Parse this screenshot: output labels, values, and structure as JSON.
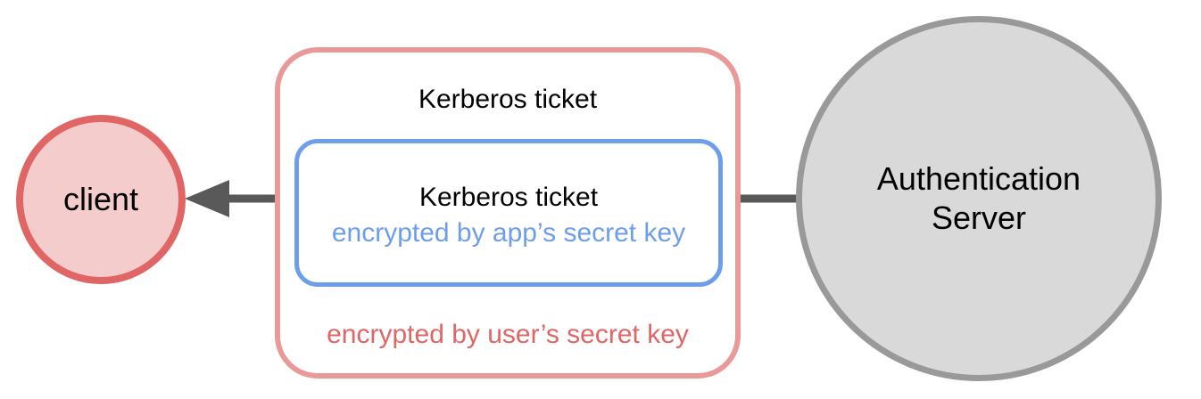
{
  "diagram": {
    "background_color": "#ffffff",
    "client_node": {
      "label": "client",
      "fill_color": "#f4cccc",
      "border_color": "#e06666"
    },
    "outer_ticket_box": {
      "title": "Kerberos ticket",
      "note": "encrypted by user’s secret key",
      "border_color": "#ea9999",
      "note_color": "#e06666",
      "fill_color": "#ffffff"
    },
    "inner_ticket_box": {
      "title": "Kerberos ticket",
      "note": "encrypted by app’s secret key",
      "border_color": "#6d9eeb",
      "note_color": "#6d9eeb",
      "fill_color": "#ffffff"
    },
    "auth_server_node": {
      "label_lines": [
        "Authentication",
        "Server"
      ],
      "fill_color": "#d9d9d9",
      "border_color": "#999999"
    },
    "arrow": {
      "direction": "auth-server-to-client",
      "color": "#595959"
    }
  }
}
